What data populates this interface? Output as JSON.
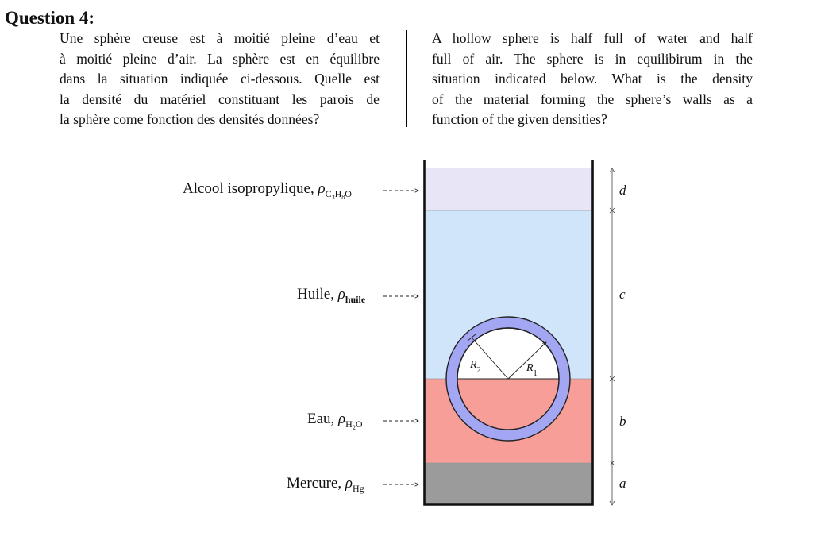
{
  "question": {
    "heading": "Question 4:",
    "french_lines": [
      "Une sphère creuse est à moitié pleine d’eau et",
      "à moitié pleine d’air. La sphère est en équilibre",
      "dans la situation indiquée ci-dessous. Quelle est",
      "la densité du matériel constituant les parois de",
      "la sphère come fonction des densités données?"
    ],
    "english_lines": [
      "A hollow sphere is half full of water and half",
      "full of air. The sphere is in equilibirum in the",
      "situation indicated below. What is the density",
      "of the material forming the sphere’s walls as a",
      "function of the given densities?"
    ]
  },
  "figure": {
    "liquids": [
      {
        "name": "Alcool isopropylique,",
        "symbol": "ρ",
        "subscript_parts": [
          "C",
          "3",
          "H",
          "8",
          "O"
        ],
        "color": "#e8e6f6"
      },
      {
        "name": "Huile,",
        "symbol": "ρ",
        "subscript_parts": [
          "huile"
        ],
        "color": "#d0e5fa"
      },
      {
        "name": "Eau,",
        "symbol": "ρ",
        "subscript_parts": [
          "H",
          "2",
          "O"
        ],
        "color": "#f79e98"
      },
      {
        "name": "Mercure,",
        "symbol": "ρ",
        "subscript_parts": [
          "Hg"
        ],
        "color": "#9b9b9b"
      }
    ],
    "dimensions": [
      "d",
      "c",
      "b",
      "a"
    ],
    "radii": {
      "inner": "R",
      "inner_sub": "2",
      "outer": "R",
      "outer_sub": "1"
    },
    "sphere_color": "#a3a6f2"
  }
}
